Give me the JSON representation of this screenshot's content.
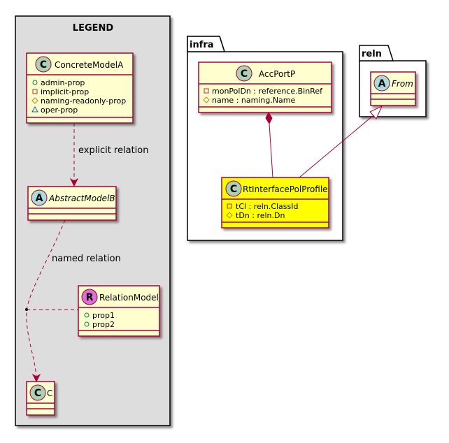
{
  "legend": {
    "title": "LEGEND",
    "concrete": {
      "badge": "C",
      "name": "ConcreteModelA",
      "props": [
        {
          "vis": "public",
          "text": "admin-prop"
        },
        {
          "vis": "private",
          "text": "implicit-prop"
        },
        {
          "vis": "protected",
          "text": "naming-readonly-prop"
        },
        {
          "vis": "package",
          "text": "oper-prop"
        }
      ]
    },
    "explicit_label": "explicit relation",
    "abstract": {
      "badge": "A",
      "name": "AbstractModelB"
    },
    "named_label": "named relation",
    "relation": {
      "badge": "R",
      "name": "RelationModel",
      "props": [
        {
          "vis": "public",
          "text": "prop1"
        },
        {
          "vis": "public",
          "text": "prop2"
        }
      ]
    },
    "c": {
      "badge": "C",
      "name": "C"
    }
  },
  "infra": {
    "package": "infra",
    "accportp": {
      "badge": "C",
      "name": "AccPortP",
      "props": [
        {
          "vis": "private",
          "text": "monPolDn : reference.BinRef"
        },
        {
          "vis": "protected",
          "text": "name : naming.Name"
        }
      ]
    },
    "rtinterface": {
      "badge": "C",
      "name": "RtInterfacePolProfile",
      "props": [
        {
          "vis": "private",
          "text": "tCl : reln.ClassId"
        },
        {
          "vis": "protected",
          "text": "tDn : reln.Dn"
        }
      ]
    }
  },
  "reln": {
    "package": "reln",
    "from": {
      "badge": "A",
      "name": "From"
    }
  },
  "colors": {
    "class_fill": "#FEFECE",
    "border": "#A80036",
    "highlight": "#FFFF00",
    "legend_bg": "#DDDDDD",
    "badge_c": "#ADD1B2",
    "badge_a": "#A9DCDF",
    "badge_r": "#DA70D6"
  }
}
